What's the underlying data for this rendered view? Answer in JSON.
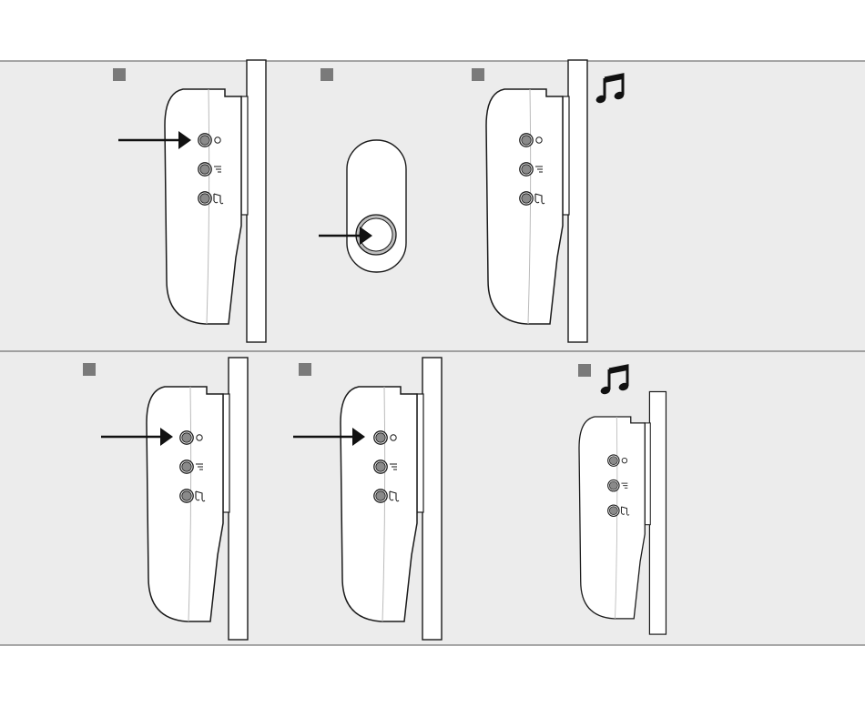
{
  "colors": {
    "page_background": "#ffffff",
    "panel_background": "#ececec",
    "step_marker": "#7a7a7a",
    "line": "#1a1a1a",
    "device_fill": "#ffffff",
    "button_fill": "#8a8a8a"
  },
  "rows": [
    {
      "steps": [
        {
          "marker": "step-1",
          "content": "receiver-on-wall",
          "arrow_target": "top-button"
        },
        {
          "marker": "step-2",
          "content": "doorbell-push-button",
          "arrow_target": "push-button"
        },
        {
          "marker": "step-3",
          "content": "receiver-on-wall",
          "indicator": "music-note-icon"
        }
      ]
    },
    {
      "steps": [
        {
          "marker": "step-4",
          "content": "receiver-on-wall",
          "arrow_target": "top-button"
        },
        {
          "marker": "step-5",
          "content": "receiver-on-wall",
          "arrow_target": "top-button"
        },
        {
          "marker": "step-6",
          "content": "receiver-on-wall",
          "indicator": "music-note-icon"
        }
      ]
    }
  ],
  "receiver_buttons": [
    {
      "name": "power-button",
      "icon": "circle-icon"
    },
    {
      "name": "volume-button",
      "icon": "volume-lines-icon"
    },
    {
      "name": "melody-button",
      "icon": "melody-note-icon"
    }
  ]
}
